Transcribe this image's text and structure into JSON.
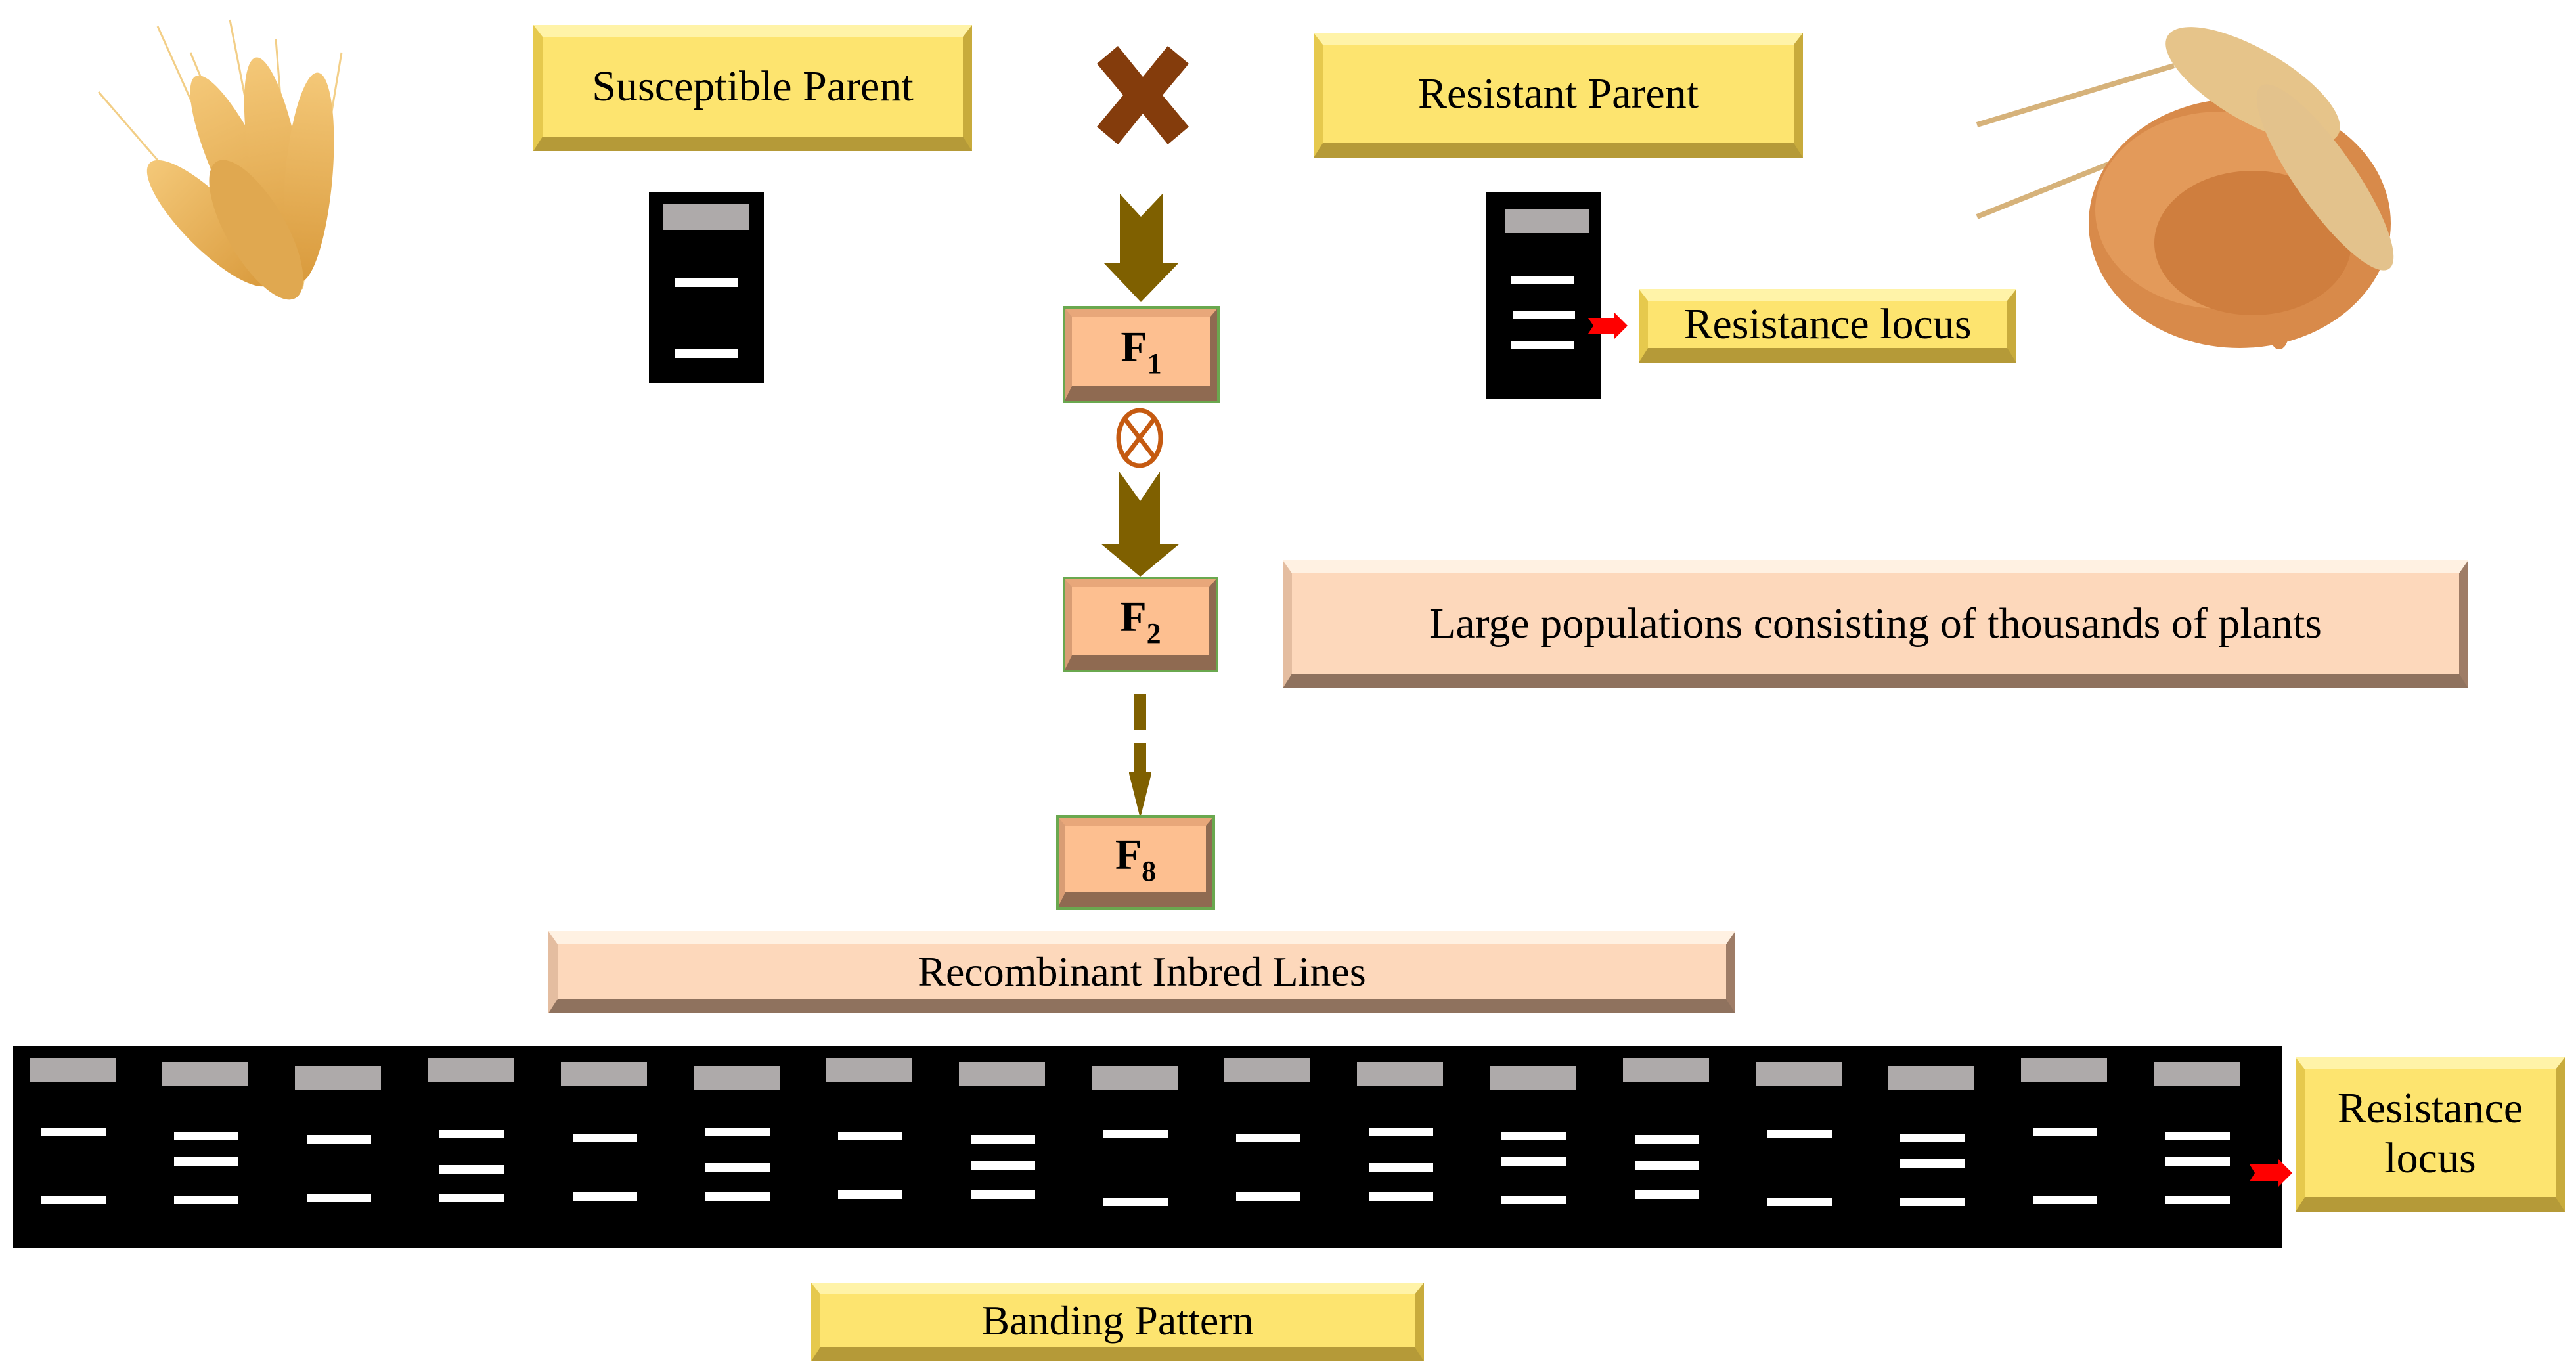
{
  "title_labels": {
    "susceptible_parent": "Susceptible Parent",
    "resistant_parent": "Resistant Parent",
    "resistance_locus_top": "Resistance locus",
    "large_populations": "Large populations consisting of thousands of plants",
    "ril": "Recombinant Inbred Lines",
    "resistance_locus_bottom_line1": "Resistance",
    "resistance_locus_bottom_line2": "locus",
    "banding_pattern": "Banding Pattern"
  },
  "generations": [
    {
      "letter": "F",
      "sub": "1"
    },
    {
      "letter": "F",
      "sub": "2"
    },
    {
      "letter": "F",
      "sub": "8"
    }
  ],
  "symbols": {
    "cross": "cross-symbol",
    "selfing": "⊗"
  },
  "colors": {
    "yellow_box": "#fde46f",
    "peach_box": "#fdd8bb",
    "generation_box": "#fdbf90",
    "cross": "#843c0c",
    "arrow": "#7f6000",
    "selfing": "#c55a11",
    "locus_arrow": "#ff0000",
    "gel": "#000000",
    "well": "#aeaaaa",
    "band": "#ffffff"
  },
  "susceptible_gel_bands": [
    "high",
    "low"
  ],
  "resistant_gel_bands": [
    "high",
    "mid",
    "low"
  ],
  "ril_lanes": [
    [
      "high",
      "low"
    ],
    [
      "high",
      "mid",
      "low"
    ],
    [
      "high",
      "low"
    ],
    [
      "high",
      "mid",
      "low"
    ],
    [
      "high",
      "low"
    ],
    [
      "high",
      "mid",
      "low"
    ],
    [
      "high",
      "low"
    ],
    [
      "high",
      "mid",
      "low"
    ],
    [
      "high",
      "low"
    ],
    [
      "high",
      "low"
    ],
    [
      "high",
      "mid",
      "low"
    ],
    [
      "high",
      "mid",
      "low"
    ],
    [
      "high",
      "mid",
      "low"
    ],
    [
      "high",
      "low"
    ],
    [
      "high",
      "mid",
      "low"
    ],
    [
      "high",
      "low"
    ],
    [
      "high",
      "mid",
      "low"
    ]
  ]
}
